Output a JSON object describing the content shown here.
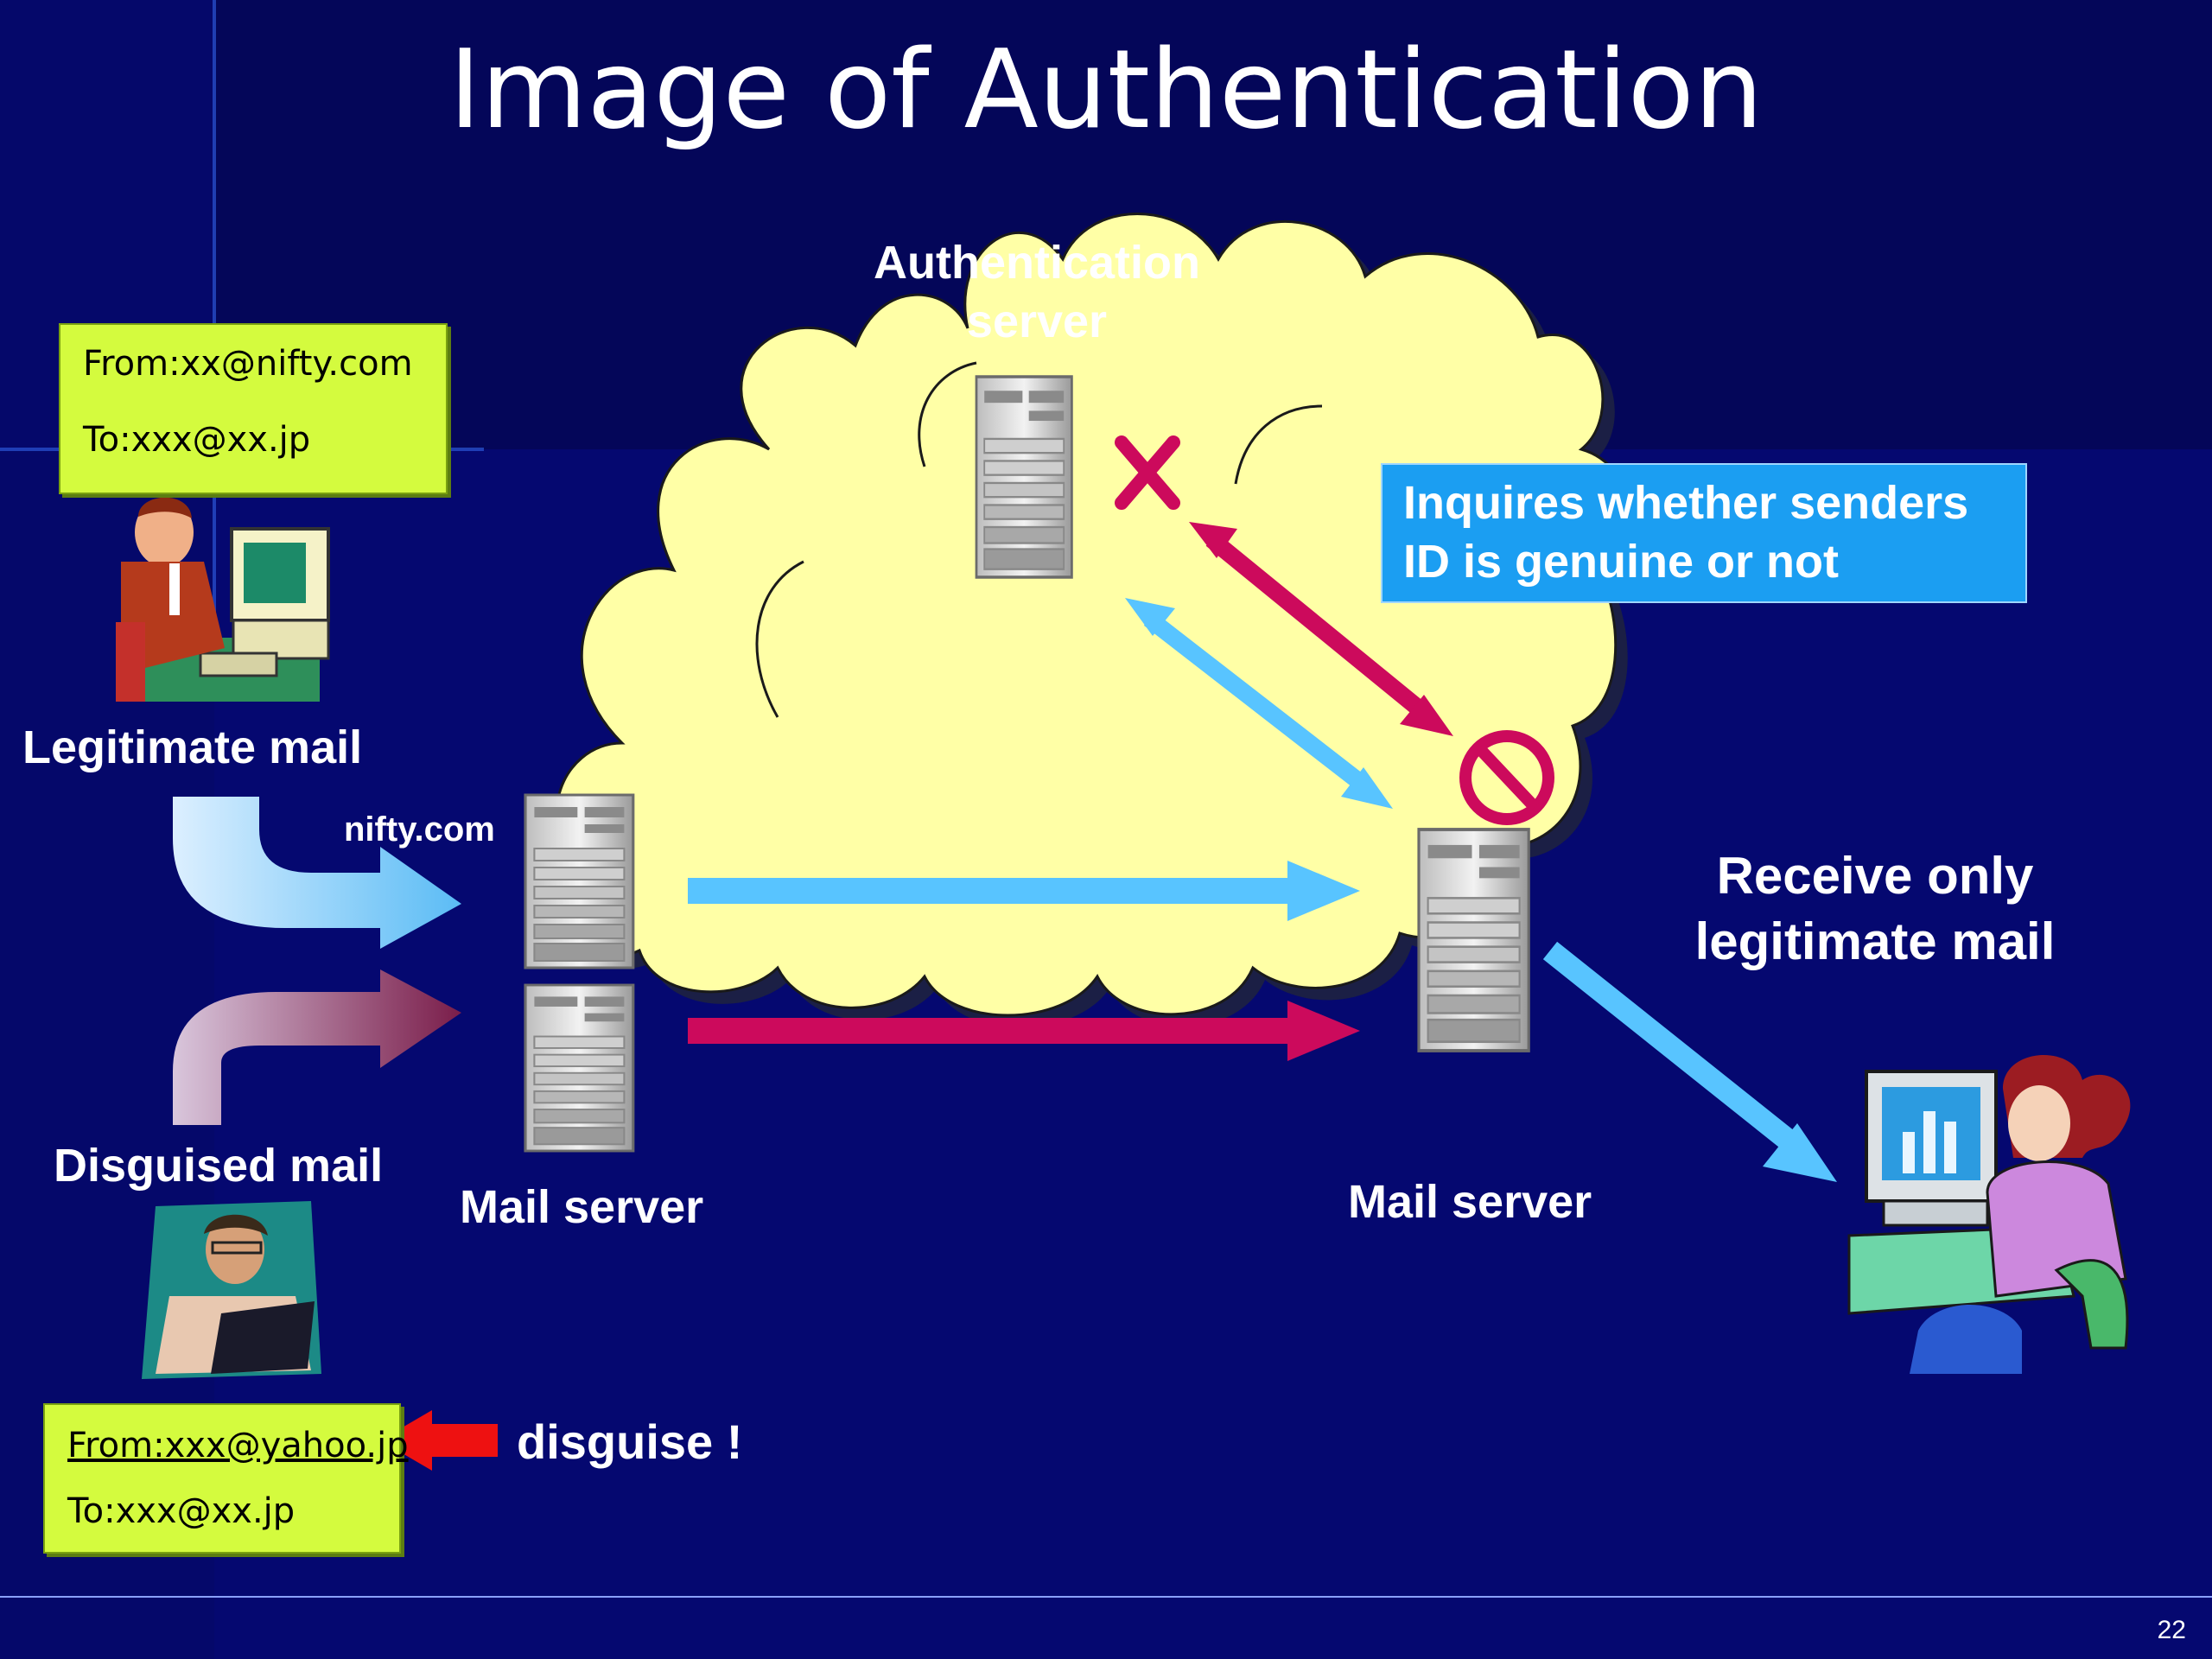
{
  "slide": {
    "title": "Image of Authentication",
    "page_number": "22"
  },
  "auth_server": {
    "label_line1": "Authentication",
    "label_line2": "server"
  },
  "callout": {
    "line1": "Inquires whether senders",
    "line2": "ID is genuine or not"
  },
  "legit_note": {
    "from": "From:xx@nifty.com",
    "to": "To:xxx@xx.jp"
  },
  "legit_label": "Legitimate mail",
  "domain_label": "nifty.com",
  "disguised_label": "Disguised mail",
  "sender_server_label": "Mail server",
  "receiver_server_label": "Mail server",
  "receive_label": {
    "line1": "Receive only",
    "line2": "legitimate mail"
  },
  "disguised_note": {
    "from": "From:xxx@yahoo.jp",
    "to": "To:xxx@xx.jp"
  },
  "disguise_label": "disguise !",
  "colors": {
    "background": "#050870",
    "cloud": "#ffffa6",
    "legit_arrow": "#58c4ff",
    "fake_arrow": "#cc0a5c",
    "note": "#d4fb3e",
    "callout": "#1b9ef2",
    "disguise_arrow": "#ee1111"
  }
}
